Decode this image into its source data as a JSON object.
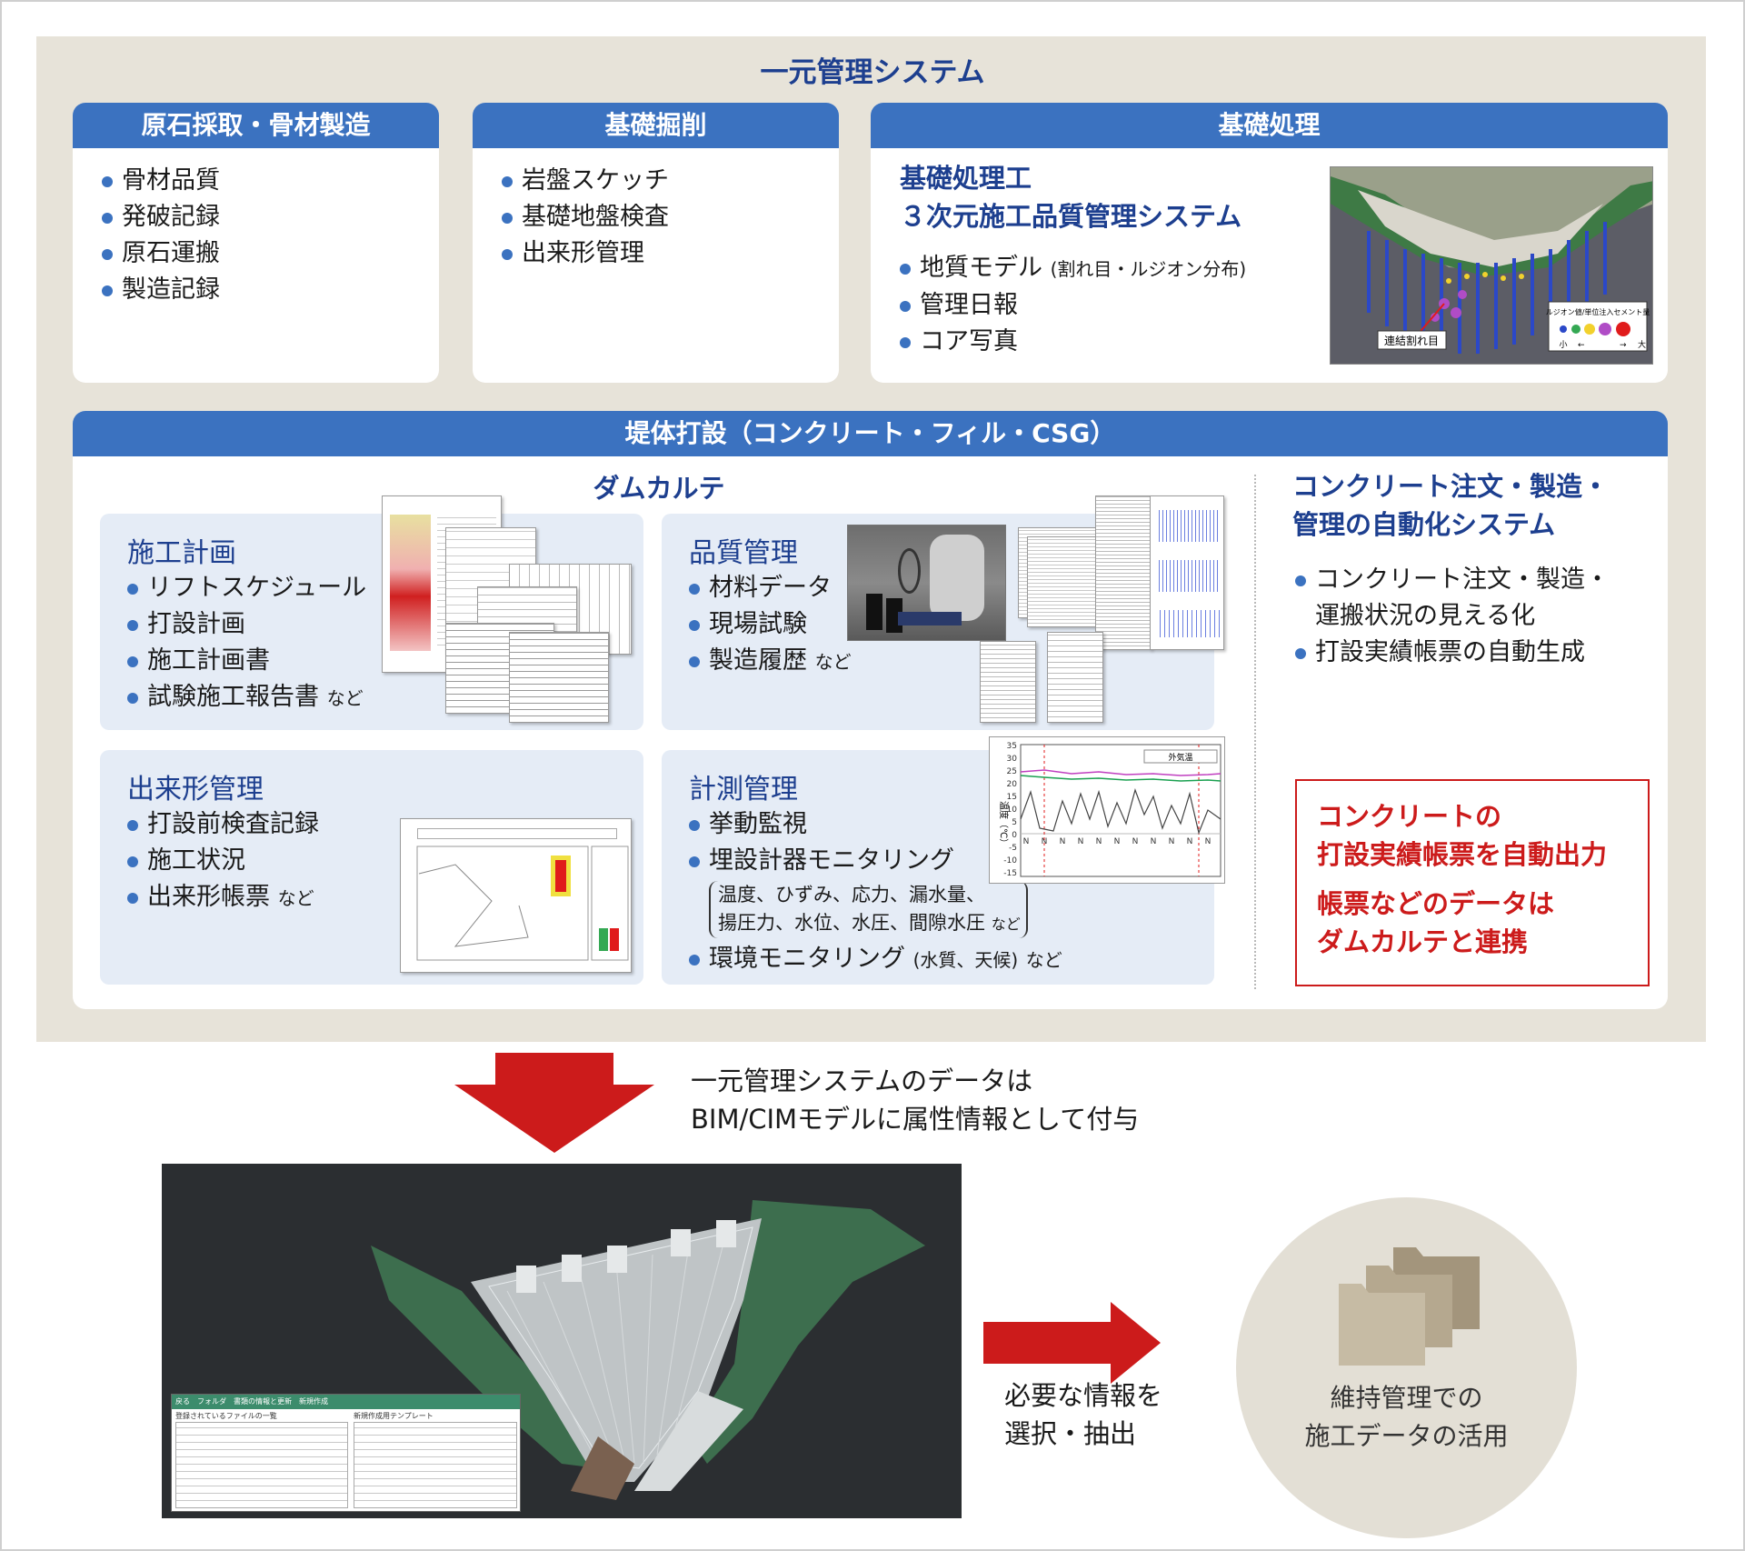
{
  "title": "一元管理システム",
  "panels": {
    "genseki": {
      "header": "原石採取・骨材製造",
      "items": [
        "骨材品質",
        "発破記録",
        "原石運搬",
        "製造記録"
      ]
    },
    "kiso_kussaku": {
      "header": "基礎掘削",
      "items": [
        "岩盤スケッチ",
        "基礎地盤検査",
        "出来形管理"
      ]
    },
    "kiso_shori": {
      "header": "基礎処理",
      "title_line1": "基礎処理工",
      "title_line2": "３次元施工品質管理システム",
      "items": [
        {
          "text": "地質モデル",
          "note": "(割れ目・ルジオン分布)"
        },
        {
          "text": "管理日報",
          "note": ""
        },
        {
          "text": "コア写真",
          "note": ""
        }
      ],
      "image_label": "連結割れ目",
      "legend_title": "ルジオン値/単位注入セメント量",
      "legend_small": "小",
      "legend_large": "大",
      "legend_arrow_left": "←",
      "legend_arrow_right": "→"
    }
  },
  "teitai": {
    "header": "堤体打設（コンクリート・フィル・CSG）",
    "damkarte": "ダムカルテ",
    "sekou_keikaku": {
      "title": "施工計画",
      "items": [
        "リフトスケジュール",
        "打設計画",
        "施工計画書"
      ],
      "last_item": "試験施工報告書",
      "last_note": "など"
    },
    "hinshitsu": {
      "title": "品質管理",
      "items": [
        "材料データ",
        "現場試験"
      ],
      "last_item": "製造履歴",
      "last_note": "など"
    },
    "dekigata": {
      "title": "出来形管理",
      "items": [
        "打設前検査記録",
        "施工状況"
      ],
      "last_item": "出来形帳票",
      "last_note": "など"
    },
    "keisoku": {
      "title": "計測管理",
      "items": [
        "挙動監視",
        "埋設計器モニタリング"
      ],
      "paren_line1": "温度、ひずみ、応力、漏水量、",
      "paren_line2": "揚圧力、水位、水圧、間隙水圧",
      "paren_note": "など",
      "env_item": "環境モニタリング",
      "env_sub": "(水質、天候)",
      "env_note": "など"
    },
    "graph": {
      "ylabel": "温度（℃）",
      "legend": "外気温",
      "yticks": [
        "35",
        "30",
        "25",
        "20",
        "15",
        "10",
        "5",
        "0",
        "-5",
        "-10",
        "-15"
      ],
      "xlabels": [
        "N",
        "N",
        "N",
        "N",
        "N",
        "N",
        "N",
        "N",
        "N",
        "N",
        "N"
      ]
    },
    "concrete": {
      "title_line1": "コンクリート注文・製造・",
      "title_line2": "管理の自動化システム",
      "item1_line1": "コンクリート注文・製造・",
      "item1_line2": "運搬状況の見える化",
      "item2": "打設実績帳票の自動生成"
    },
    "red_box": {
      "line1": "コンクリートの",
      "line2": "打設実績帳票を自動出力",
      "line3": "帳票などのデータは",
      "line4": "ダムカルテと連携"
    }
  },
  "flow": {
    "down_text_line1": "一元管理システムのデータは",
    "down_text_line2": "BIM/CIMモデルに属性情報として付与",
    "right_text_line1": "必要な情報を",
    "right_text_line2": "選択・抽出",
    "circle_line1": "維持管理での",
    "circle_line2": "施工データの活用"
  },
  "screen_window": {
    "toolbar": [
      "戻る",
      "フォルダ",
      "書類の情報と更新",
      "新規作成"
    ],
    "left_header": "登録されているファイルの一覧",
    "right_header": "新規作成用テンプレート"
  },
  "colors": {
    "navy": "#1d3f8f",
    "header_blue": "#3b72c0",
    "beige": "#e7e3d9",
    "card_blue": "#e5ecf6",
    "red": "#cc1b1b"
  }
}
